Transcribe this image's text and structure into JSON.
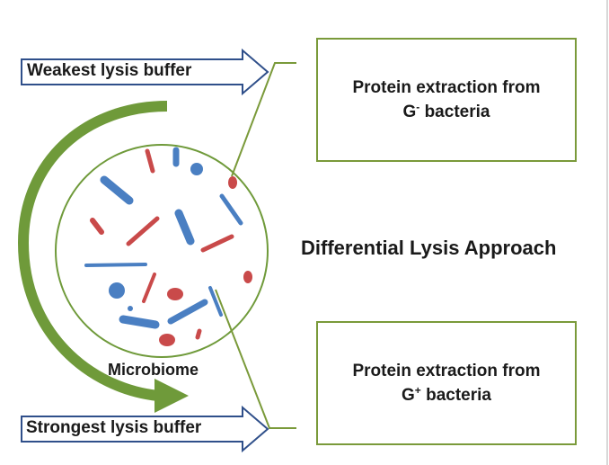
{
  "weakest_label": "Weakest lysis buffer",
  "strongest_label": "Strongest lysis buffer",
  "box_top": {
    "line1": "Protein extraction from",
    "line2_main": "G",
    "line2_sup": "-",
    "line2_end": " bacteria"
  },
  "box_bottom": {
    "line1": "Protein extraction from",
    "line2_main": "G",
    "line2_sup": "+",
    "line2_end": " bacteria"
  },
  "title": "Differential Lysis Approach",
  "circle_label": "Microbiome",
  "colors": {
    "green": "#6f9a3a",
    "blue": "#4a7fc2",
    "red": "#c94a4a",
    "navy": "#2f4f8a"
  },
  "icons": [
    "weak-arrow-icon",
    "strong-arrow-icon",
    "curved-green-arrow-icon",
    "bacteria-icon"
  ]
}
